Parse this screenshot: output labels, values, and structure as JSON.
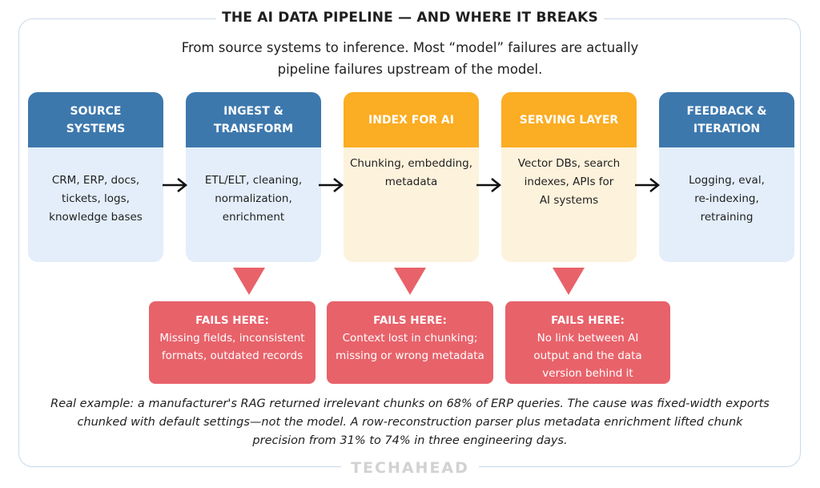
{
  "title": "THE AI DATA PIPELINE — AND WHERE IT BREAKS",
  "subtitle_line1": "From source systems to inference. Most “model” failures are actually",
  "subtitle_line2": "pipeline failures upstream of the model.",
  "colors": {
    "blue_header": "#3d78ad",
    "blue_body": "#e3eefa",
    "orange_header": "#fbad23",
    "orange_body": "#fdf2dc",
    "fail": "#e8626a"
  },
  "stages": [
    {
      "h1": "SOURCE",
      "h2": "SYSTEMS",
      "b1": "CRM, ERP, docs,",
      "b2": "tickets, logs,",
      "b3": "knowledge bases"
    },
    {
      "h1": "INGEST &",
      "h2": "TRANSFORM",
      "b1": "ETL/ELT, cleaning,",
      "b2": "normalization,",
      "b3": "enrichment"
    },
    {
      "h1": "INDEX FOR AI",
      "h2": "",
      "b1": "Chunking, embedding,",
      "b2": "metadata",
      "b3": ""
    },
    {
      "h1": "SERVING LAYER",
      "h2": "",
      "b1": "Vector DBs, search",
      "b2": "indexes, APIs for",
      "b3": "AI systems"
    },
    {
      "h1": "FEEDBACK &",
      "h2": "ITERATION",
      "b1": "Logging, eval,",
      "b2": "re-indexing,",
      "b3": "retraining"
    }
  ],
  "failures": [
    {
      "heading": "FAILS HERE:",
      "l1": "Missing fields, inconsistent",
      "l2": "formats, outdated records",
      "l3": ""
    },
    {
      "heading": "FAILS HERE:",
      "l1": "Context lost in chunking;",
      "l2": "missing or wrong metadata",
      "l3": ""
    },
    {
      "heading": "FAILS HERE:",
      "l1": "No link between AI",
      "l2": "output and the data",
      "l3": "version behind it"
    }
  ],
  "example_line1": "Real example: a manufacturer's RAG returned irrelevant chunks on 68% of ERP queries. The cause was fixed-width exports",
  "example_line2": "chunked with default settings—not the model. A row-reconstruction parser plus metadata enrichment lifted chunk",
  "example_line3": "precision from 31% to 74% in three engineering days.",
  "logo": "TECHAHEAD"
}
